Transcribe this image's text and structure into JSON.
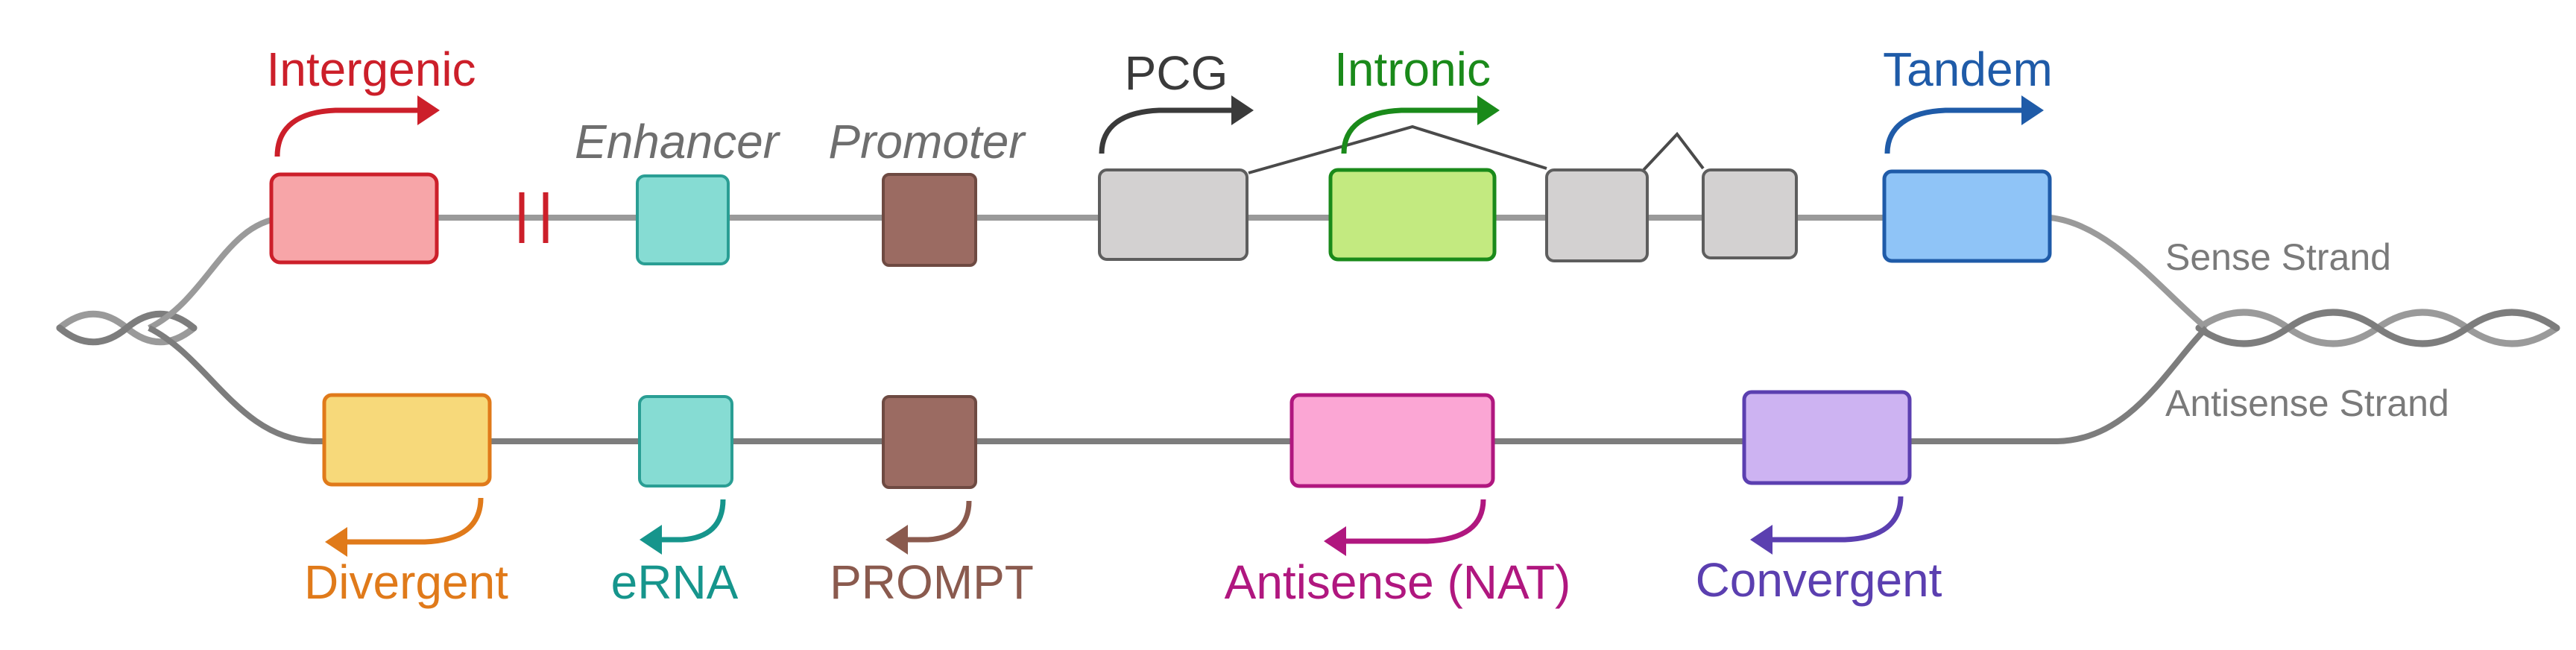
{
  "sense_strand_label": "Sense Strand",
  "antisense_strand_label": "Antisense Strand",
  "colors": {
    "strand": "#9a9a9a",
    "strand_dark": "#7d7d7d",
    "intergenic": "#cc1f2a",
    "intergenic_fill": "#f7a5a8",
    "enhancer_fill": "#86dcd3",
    "enhancer_stroke": "#2a9e94",
    "promoter_fill": "#9b6b62",
    "promoter_stroke": "#6e4a42",
    "pcg": "#3a3a3a",
    "pcg_fill": "#d3d1d1",
    "intronic": "#1a8a1a",
    "intronic_fill": "#c3ea80",
    "tandem": "#1f5ba8",
    "tandem_fill": "#8fc4f7",
    "divergent": "#e07a1a",
    "divergent_fill": "#f7d97a",
    "erna": "#16958c",
    "prompt": "#8a5a4e",
    "antisense": "#b0177f",
    "antisense_fill": "#fba6d4",
    "convergent": "#5b3fb0",
    "convergent_fill": "#cdb3f2",
    "label_gray": "#6e6e6e",
    "label_dark": "#3a3a3a"
  },
  "sense_elements": [
    {
      "id": "intergenic",
      "label": "Intergenic",
      "style": "transcript",
      "color": "#cc1f2a",
      "fill": "#f7a5a8",
      "stroke": "#cc1f2a"
    },
    {
      "id": "enhancer",
      "label": "Enhancer",
      "style": "element",
      "color": "#6e6e6e",
      "fill": "#86dcd3",
      "stroke": "#2a9e94"
    },
    {
      "id": "promoter",
      "label": "Promoter",
      "style": "element",
      "color": "#6e6e6e",
      "fill": "#9b6b62",
      "stroke": "#6e4a42"
    },
    {
      "id": "pcg",
      "label": "PCG",
      "style": "transcript",
      "color": "#3a3a3a",
      "fill": "#d3d1d1",
      "stroke": "#5e5e5e"
    },
    {
      "id": "intronic",
      "label": "Intronic",
      "style": "transcript",
      "color": "#1a8a1a",
      "fill": "#c3ea80",
      "stroke": "#1a8a1a"
    },
    {
      "id": "tandem",
      "label": "Tandem",
      "style": "transcript",
      "color": "#1f5ba8",
      "fill": "#8fc4f7",
      "stroke": "#1f5ba8"
    }
  ],
  "antisense_elements": [
    {
      "id": "divergent",
      "label": "Divergent",
      "color": "#e07a1a",
      "fill": "#f7d97a",
      "stroke": "#e07a1a"
    },
    {
      "id": "erna",
      "label": "eRNA",
      "color": "#16958c",
      "fill": "#86dcd3",
      "stroke": "#2a9e94"
    },
    {
      "id": "prompt",
      "label": "PROMPT",
      "color": "#8a5a4e",
      "fill": "#9b6b62",
      "stroke": "#6e4a42"
    },
    {
      "id": "antisense",
      "label": "Antisense (NAT)",
      "color": "#b0177f",
      "fill": "#fba6d4",
      "stroke": "#b0177f"
    },
    {
      "id": "convergent",
      "label": "Convergent",
      "color": "#5b3fb0",
      "fill": "#cdb3f2",
      "stroke": "#5b3fb0"
    }
  ]
}
